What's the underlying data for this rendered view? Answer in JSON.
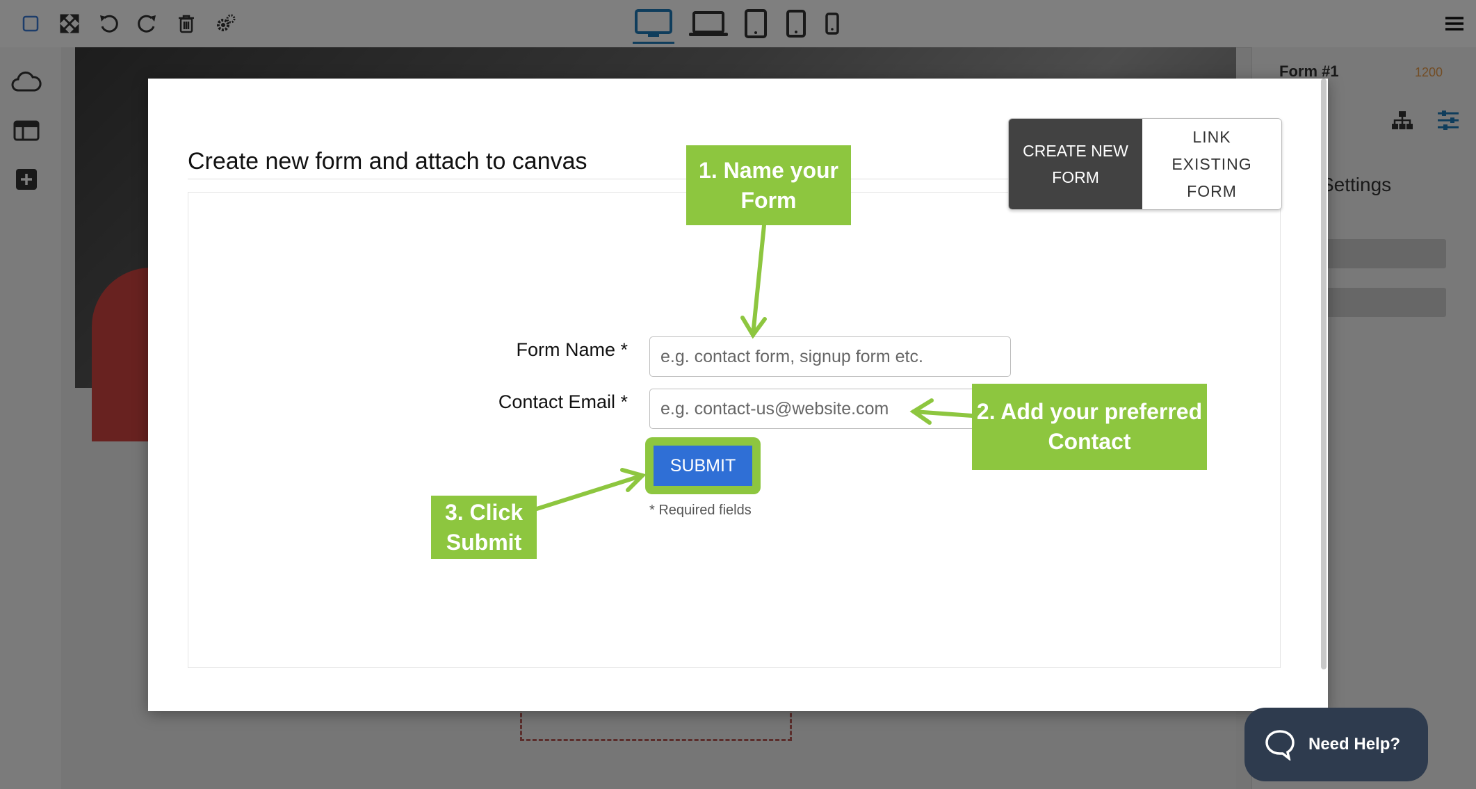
{
  "toolbar": {
    "icons": [
      "select-icon",
      "fullscreen-icon",
      "undo-icon",
      "redo-icon",
      "trash-icon",
      "settings-icon"
    ],
    "devices": [
      "desktop-icon",
      "laptop-icon",
      "tablet-icon",
      "tablet-small-icon",
      "mobile-icon"
    ],
    "active_device": "desktop-icon",
    "menu_icon": "hamburger-icon"
  },
  "sidebar": {
    "icons": [
      "cloud-icon",
      "layout-icon",
      "add-icon"
    ]
  },
  "right_panel": {
    "title": "Form #1",
    "number": "1200",
    "section_label": "Settings"
  },
  "modal": {
    "title": "Create new form and attach to canvas",
    "tabs": {
      "create_new": "CREATE NEW FORM",
      "link_existing": "LINK EXISTING FORM",
      "active": "create_new"
    },
    "fields": {
      "form_name_label": "Form Name *",
      "form_name_placeholder": "e.g. contact form, signup form etc.",
      "contact_email_label": "Contact Email *",
      "contact_email_placeholder": "e.g. contact-us@website.com"
    },
    "submit_label": "SUBMIT",
    "required_note": "* Required fields"
  },
  "annotations": {
    "step1": "1. Name your Form",
    "step2": "2. Add your preferred Contact",
    "step3": "3. Click Submit"
  },
  "help": {
    "label": "Need Help?"
  },
  "colors": {
    "annotation_green": "#8dc63f",
    "submit_blue": "#2f6fd6",
    "active_tab": "#424242",
    "accent_blue": "#1f7ab8"
  }
}
